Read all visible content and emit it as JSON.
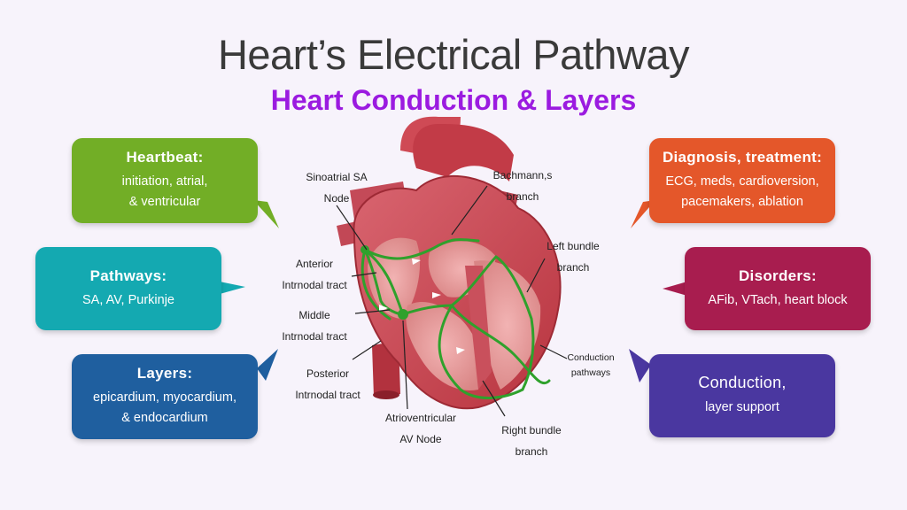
{
  "title": "Heart’s Electrical Pathway",
  "subtitle": "Heart Conduction & Layers",
  "colors": {
    "title": "#3a3a3a",
    "subtitle": "#9b1be0",
    "heartbeat": "#72ae26",
    "pathways": "#14a9b1",
    "layers": "#1f5f9f",
    "diagnosis": "#e4572a",
    "disorders": "#a81d4f",
    "conduction": "#4a37a0",
    "conduction_tract": "#2fa12c"
  },
  "cards": {
    "heartbeat": {
      "title": "Heartbeat:",
      "line1": "initiation, atrial,",
      "line2": "& ventricular"
    },
    "pathways": {
      "title": "Pathways:",
      "line1": "SA, AV, Purkinje"
    },
    "layers": {
      "title": "Layers:",
      "line1": "epicardium, myocardium,",
      "line2": "& endocardium"
    },
    "diagnosis": {
      "title": "Diagnosis, treatment:",
      "line1": "ECG, meds, cardioversion,",
      "line2": "pacemakers, ablation"
    },
    "disorders": {
      "title": "Disorders:",
      "line1": "AFib, VTach, heart block"
    },
    "conduction": {
      "title": "Conduction,",
      "line1": "layer support"
    }
  },
  "labels": {
    "sa_node": [
      "Sinoatrial SA",
      "Node"
    ],
    "anterior": [
      "Anterior",
      "Intrnodal tract"
    ],
    "middle": [
      "Middle",
      "Intrnodal tract"
    ],
    "posterior": [
      "Posterior",
      "Intrnodal tract"
    ],
    "av_node": [
      "Atrioventricular",
      "AV Node"
    ],
    "bachmann": [
      "Bachmann,s",
      "branch"
    ],
    "left_bundle": [
      "Left bundle",
      "branch"
    ],
    "conduction_pathways": [
      "Conduction",
      "pathways"
    ],
    "right_bundle": [
      "Right bundle",
      "branch"
    ]
  },
  "icons": [
    "heart-anatomy-illustration"
  ]
}
